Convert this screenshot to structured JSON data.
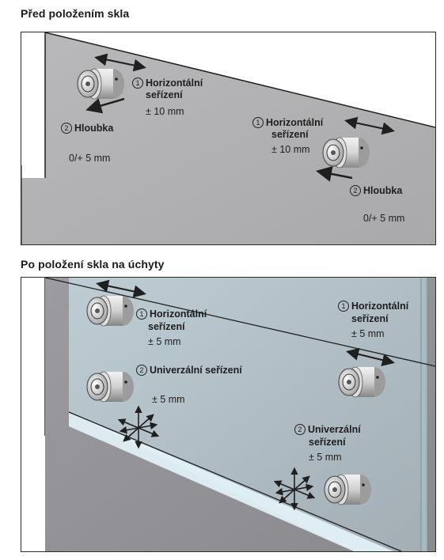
{
  "top_panel": {
    "title": "Před položením skla",
    "left": {
      "horizontal_num": "1",
      "horizontal_line1": "Horizontální",
      "horizontal_line2": "seřízení",
      "horizontal_value": "± 10 mm",
      "depth_num": "2",
      "depth_label": "Hloubka",
      "depth_value": "0/+ 5 mm"
    },
    "right": {
      "horizontal_num": "1",
      "horizontal_line1": "Horizontální",
      "horizontal_line2": "seřízení",
      "horizontal_value": "± 10 mm",
      "depth_num": "2",
      "depth_label": "Hloubka",
      "depth_value": "0/+ 5 mm"
    }
  },
  "bottom_panel": {
    "title": "Po položení skla na úchyty",
    "left_top": {
      "num": "1",
      "line1": "Horizontální",
      "line2": "seřízení",
      "value": "± 5 mm"
    },
    "left_bottom": {
      "num": "2",
      "label": "Univerzální seřízení",
      "value": "± 5 mm"
    },
    "right_top": {
      "num": "1",
      "line1": "Horizontální",
      "line2": "seřízení",
      "value": "± 5 mm"
    },
    "right_bottom": {
      "num": "2",
      "line1": "Univerzální",
      "line2": "seřízení",
      "value": "± 5 mm"
    }
  },
  "colors": {
    "wall": "#b2b2b4",
    "wall_dark": "#8e8e92",
    "glass": "#c7dbe4",
    "glass_edge": "#dff1fa",
    "line": "#1f1f1f"
  }
}
